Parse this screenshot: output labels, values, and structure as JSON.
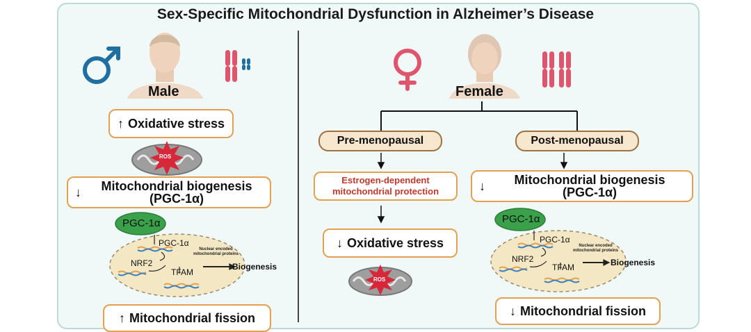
{
  "title": "Sex-Specific Mitochondrial Dysfunction in Alzheimer’s Disease",
  "male": {
    "label": "Male",
    "oxidative_stress": "Oxidative stress",
    "biogenesis": "Mitochondrial biogenesis",
    "biogenesis_sub": "(PGC-1α)",
    "fission": "Mitochondrial fission"
  },
  "female": {
    "label": "Female",
    "pre": "Pre-menopausal",
    "post": "Post-menopausal",
    "estrogen_line1": "Estrogen-dependent",
    "estrogen_line2": "mitochondrial protection",
    "oxidative_stress": "Oxidative stress",
    "biogenesis": "Mitochondrial biogenesis",
    "biogenesis_sub": "(PGC-1α)",
    "fission": "Mitochondrial fission"
  },
  "mito": {
    "ros": "ROS"
  },
  "pathway": {
    "pgc_bubble": "PGC-1α",
    "pgc_gene": "PGC-1α",
    "nrf2": "NRF2",
    "tfam": "TFAM",
    "nuclear_line1": "Nuclear encoded",
    "nuclear_line2": "mitochondrial proteins",
    "biogenesis": "Biogenesis"
  },
  "colors": {
    "male_symbol": "#1f6fa0",
    "female_symbol": "#e0556e",
    "chromosome": "#e0556e",
    "box_border": "#e2a050",
    "phase_fill": "#f7e7cf",
    "phase_border": "#9b7240",
    "estrogen_text": "#c0392b",
    "pgc_green": "#3aa04a",
    "cell_fill": "#f4e8c4",
    "mito_gray": "#9e9e9e",
    "ros_red": "#d62839"
  },
  "arrows": {
    "up": "↑",
    "down": "↓"
  }
}
